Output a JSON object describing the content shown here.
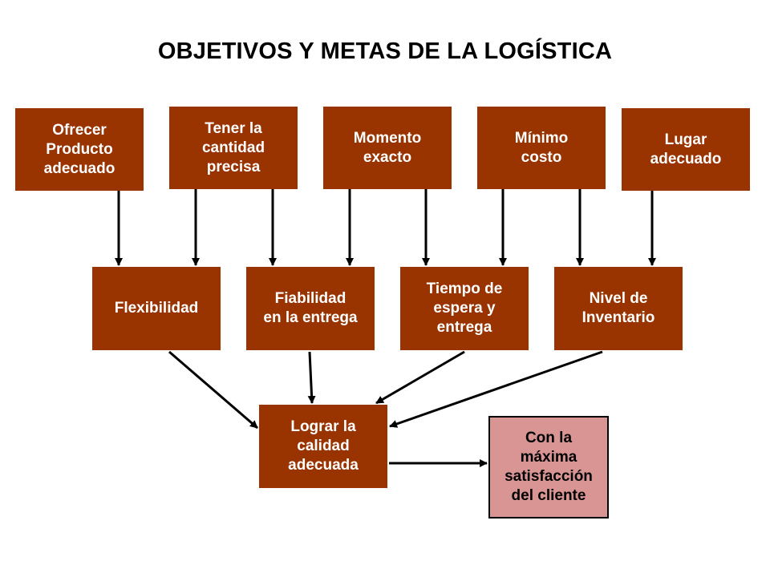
{
  "title": "OBJETIVOS  Y METAS DE LA LOGÍSTICA",
  "colors": {
    "box_fill": "#993300",
    "box_text": "#ffffff",
    "highlight_fill": "#d99594",
    "arrow": "#000000"
  },
  "objectives": [
    {
      "label": "Ofrecer\nProducto\n adecuado"
    },
    {
      "label": "Tener la\ncantidad\n precisa"
    },
    {
      "label": "Momento\nexacto"
    },
    {
      "label": "Mínimo\ncosto"
    },
    {
      "label": "Lugar\nadecuado"
    }
  ],
  "goals": [
    {
      "label": "Flexibilidad"
    },
    {
      "label": "Fiabilidad\nen la entrega"
    },
    {
      "label": "Tiempo de\nespera y\nentrega"
    },
    {
      "label": "Nivel de\nInventario"
    }
  ],
  "result": {
    "label": "Lograr la\ncalidad\nadecuada"
  },
  "outcome": {
    "label": "Con la\nmáxima\nsatisfacción\ndel cliente"
  }
}
